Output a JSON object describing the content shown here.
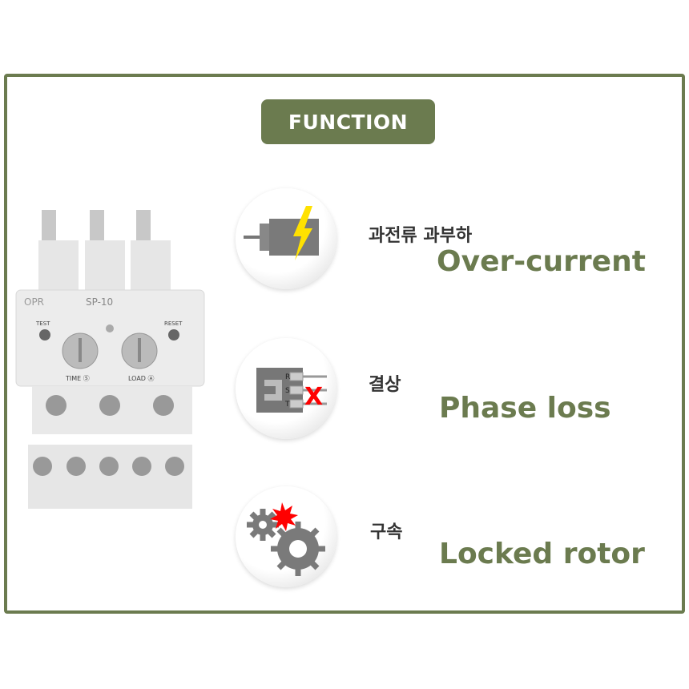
{
  "badge": {
    "label": "FUNCTION"
  },
  "device": {
    "brand": "OPR",
    "model": "SP-10",
    "test_label": "TEST",
    "reset_label": "RESET",
    "time_label": "TIME Ⓢ",
    "load_label": "LOAD Ⓐ"
  },
  "functions": [
    {
      "ko": "과전류 과부하",
      "en": "Over-current",
      "icon": "motor-lightning-icon"
    },
    {
      "ko": "결상",
      "en": "Phase loss",
      "icon": "phase-loss-icon",
      "phases": [
        "R",
        "S",
        "T"
      ]
    },
    {
      "ko": "구속",
      "en": "Locked rotor",
      "icon": "locked-gears-icon"
    }
  ],
  "colors": {
    "accent": "#6b7b4f",
    "alert": "#ff0000",
    "bolt": "#ffe100"
  }
}
